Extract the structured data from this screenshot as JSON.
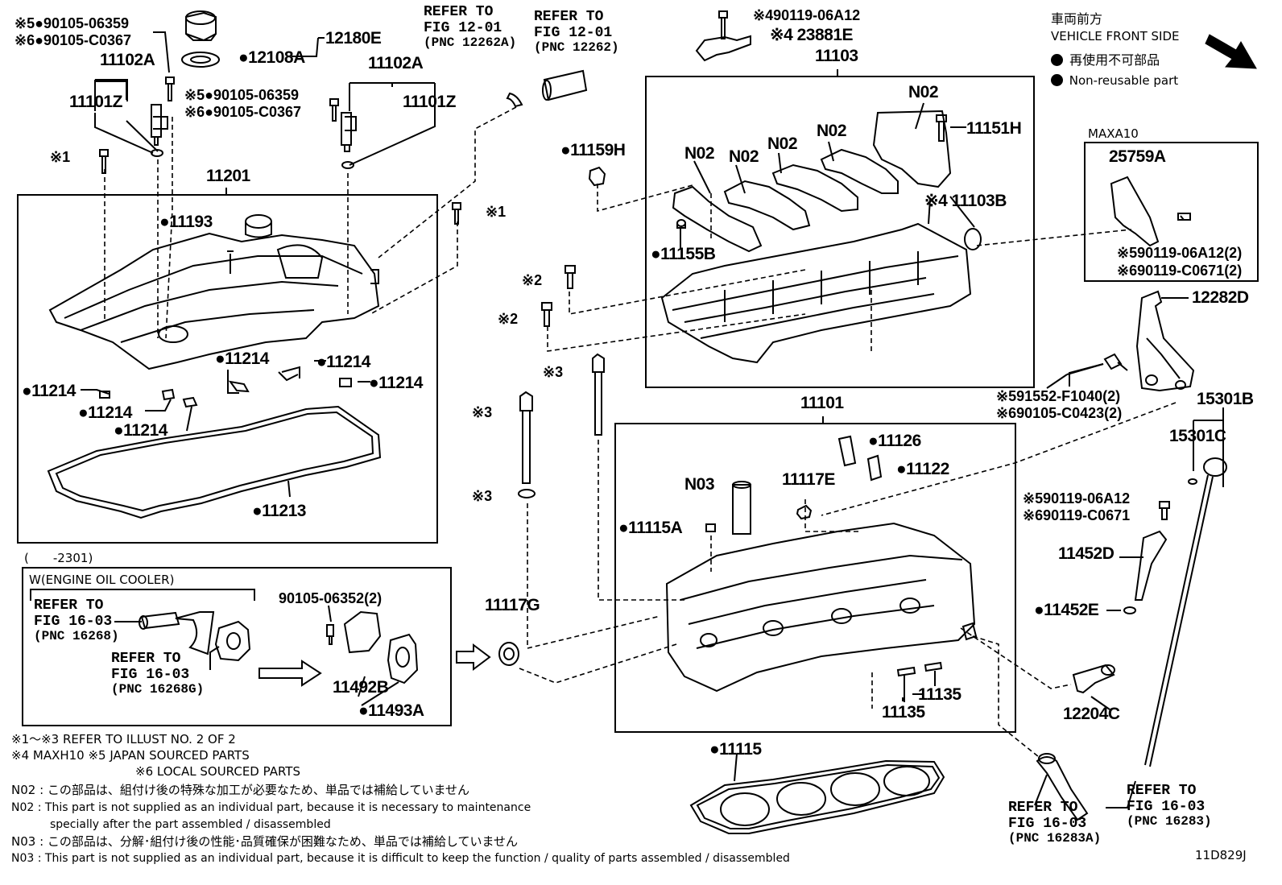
{
  "legend": {
    "vehicle_front_jp": "車両前方",
    "vehicle_front_en": "VEHICLE FRONT SIDE",
    "nonreusable_jp": "再使用不可部品",
    "nonreusable_en": "Non-reusable part"
  },
  "labels": {
    "l_5_90105_06359_a": "※5●90105-06359",
    "l_6_90105_c0367_a": "※6●90105-C0367",
    "l_12180E": "12180E",
    "l_12108A": "●12108A",
    "l_11102A_left": "11102A",
    "l_11101Z_left": "11101Z",
    "l_5_90105_06359_b": "※5●90105-06359",
    "l_6_90105_c0367_b": "※6●90105-C0367",
    "l_11102A_right": "11102A",
    "l_11101Z_right": "11101Z",
    "l_x1_a": "※1",
    "l_11201": "11201",
    "l_11193": "●11193",
    "l_x1_b": "※1",
    "l_11214_a": "●11214",
    "l_11214_b": "●11214",
    "l_11214_c": "●11214",
    "l_11214_d": "●11214",
    "l_11214_e": "●11214",
    "l_11214_f": "●11214",
    "l_11213": "●11213",
    "l_490119_06A12": "※490119-06A12",
    "l_4_23881E": "※4 23881E",
    "l_11103": "11103",
    "l_11159H": "●11159H",
    "l_N02_a": "N02",
    "l_N02_b": "N02",
    "l_N02_c": "N02",
    "l_N02_d": "N02",
    "l_N02_e": "N02",
    "l_11151H": "11151H",
    "l_4_11103B": "※4 11103B",
    "l_11155B": "●11155B",
    "l_x2_a": "※2",
    "l_x2_b": "※2",
    "l_MAXA10": "MAXA10",
    "l_25759A": "25759A",
    "l_5_90119_06A12_2": "※590119-06A12(2)",
    "l_6_90119_C0671_2": "※690119-C0671(2)",
    "l_12282D": "12282D",
    "l_5_91552_F1040_2": "※591552-F1040(2)",
    "l_6_90105_C0423_2": "※690105-C0423(2)",
    "l_15301B": "15301B",
    "l_15301C": "15301C",
    "l_x3_a": "※3",
    "l_x3_b": "※3",
    "l_x3_c": "※3",
    "l_11101": "11101",
    "l_11126": "●11126",
    "l_11122": "●11122",
    "l_N03": "N03",
    "l_11117E": "11117E",
    "l_11115A": "●11115A",
    "l_5_90119_06A12": "※590119-06A12",
    "l_6_90119_C0671": "※690119-C0671",
    "l_11452D": "11452D",
    "l_11452E": "●11452E",
    "l_11117G": "11117G",
    "l_11135_a": "11135",
    "l_11135_b": "11135",
    "l_12204C": "12204C",
    "l_11115": "●11115",
    "l_2301": "(　　-2301)",
    "l_w_engine_oil_cooler": "W(ENGINE OIL COOLER)",
    "l_90105_06352_2": "90105-06352(2)",
    "l_11492B": "11492B",
    "l_11493A": "●11493A",
    "l_code": "11D829J"
  },
  "refs": {
    "r_fig1201_a": [
      "REFER TO",
      "FIG 12-01",
      "(PNC 12262A)"
    ],
    "r_fig1201_b": [
      "REFER TO",
      "FIG 12-01",
      "(PNC 12262)"
    ],
    "r_fig1603_a": [
      "REFER TO",
      "FIG 16-03",
      "(PNC 16268)"
    ],
    "r_fig1603_b": [
      "REFER TO",
      "FIG 16-03",
      "(PNC 16268G)"
    ],
    "r_fig1603_c": [
      "REFER TO",
      "FIG 16-03",
      "(PNC 16283A)"
    ],
    "r_fig1603_d": [
      "REFER TO",
      "FIG 16-03",
      "(PNC 16283)"
    ]
  },
  "notes": {
    "n1": "※1～※3  REFER TO ILLUST NO. 2 OF 2",
    "n2": "※4 MAXH10    ※5 JAPAN SOURCED PARTS",
    "n3": "※6 LOCAL SOURCED PARTS",
    "n4": "N02 : この部品は、組付け後の特殊な加工が必要なため、単品では補給していません",
    "n5": "N02 : This part is not supplied as an individual part, because it is necessary to maintenance",
    "n6": "specially after the part assembled / disassembled",
    "n7": "N03 : この部品は、分解･組付け後の性能･品質確保が困難なため、単品では補給していません",
    "n8": "N03 : This part is not supplied as an individual part, because it is difficult to keep the function / quality of parts  assembled / disassembled"
  }
}
